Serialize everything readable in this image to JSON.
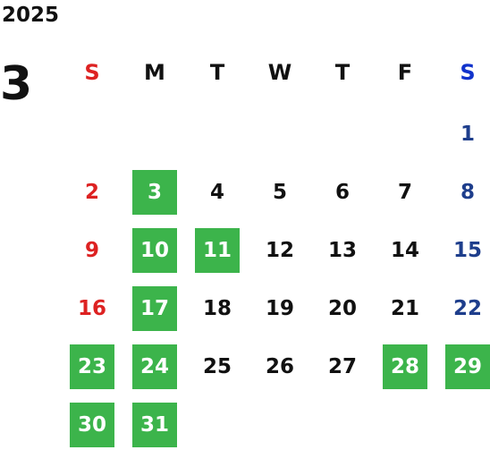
{
  "calendar": {
    "year": "2025",
    "month": "3",
    "weekdays": [
      "S",
      "M",
      "T",
      "W",
      "T",
      "F",
      "S"
    ],
    "first_weekday_index": 6,
    "weeks": [
      [
        null,
        null,
        null,
        null,
        null,
        null,
        "1"
      ],
      [
        "2",
        "3",
        "4",
        "5",
        "6",
        "7",
        "8"
      ],
      [
        "9",
        "10",
        "11",
        "12",
        "13",
        "14",
        "15"
      ],
      [
        "16",
        "17",
        "18",
        "19",
        "20",
        "21",
        "22"
      ],
      [
        "23",
        "24",
        "25",
        "26",
        "27",
        "28",
        "29"
      ],
      [
        "30",
        "31",
        null,
        null,
        null,
        null,
        null
      ]
    ],
    "highlighted_days": [
      "3",
      "10",
      "11",
      "17",
      "23",
      "24",
      "28",
      "29",
      "30",
      "31"
    ]
  },
  "colors": {
    "sunday": "#dd2222",
    "saturday_header": "#1133cc",
    "saturday_days": "#1e3e8c",
    "weekday_text": "#111111",
    "highlight_bg": "#3cb44b",
    "highlight_text": "#ffffff"
  }
}
